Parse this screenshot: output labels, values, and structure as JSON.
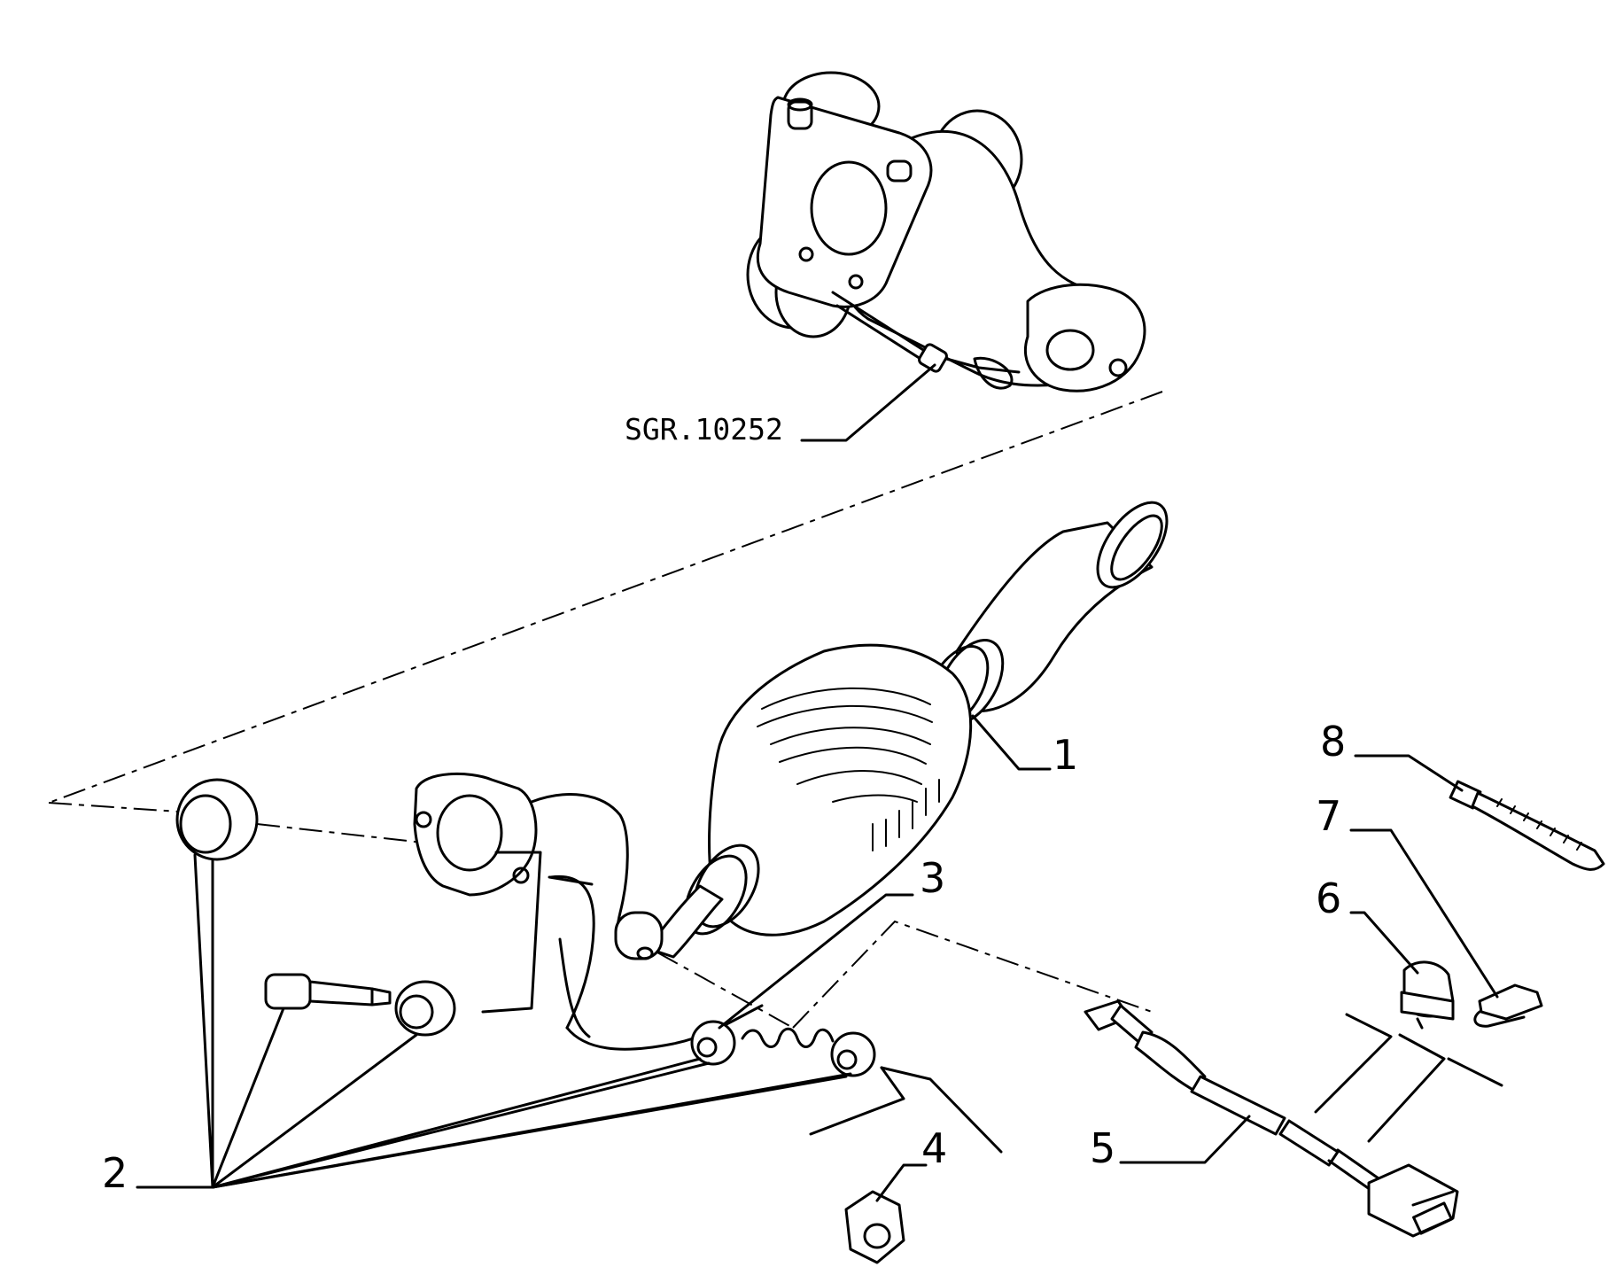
{
  "diagram": {
    "reference_code": "SGR.10252",
    "callouts": [
      {
        "id": "1",
        "label": "1"
      },
      {
        "id": "2",
        "label": "2"
      },
      {
        "id": "3",
        "label": "3"
      },
      {
        "id": "4",
        "label": "4"
      },
      {
        "id": "5",
        "label": "5"
      },
      {
        "id": "6",
        "label": "6"
      },
      {
        "id": "7",
        "label": "7"
      },
      {
        "id": "8",
        "label": "8"
      }
    ]
  }
}
